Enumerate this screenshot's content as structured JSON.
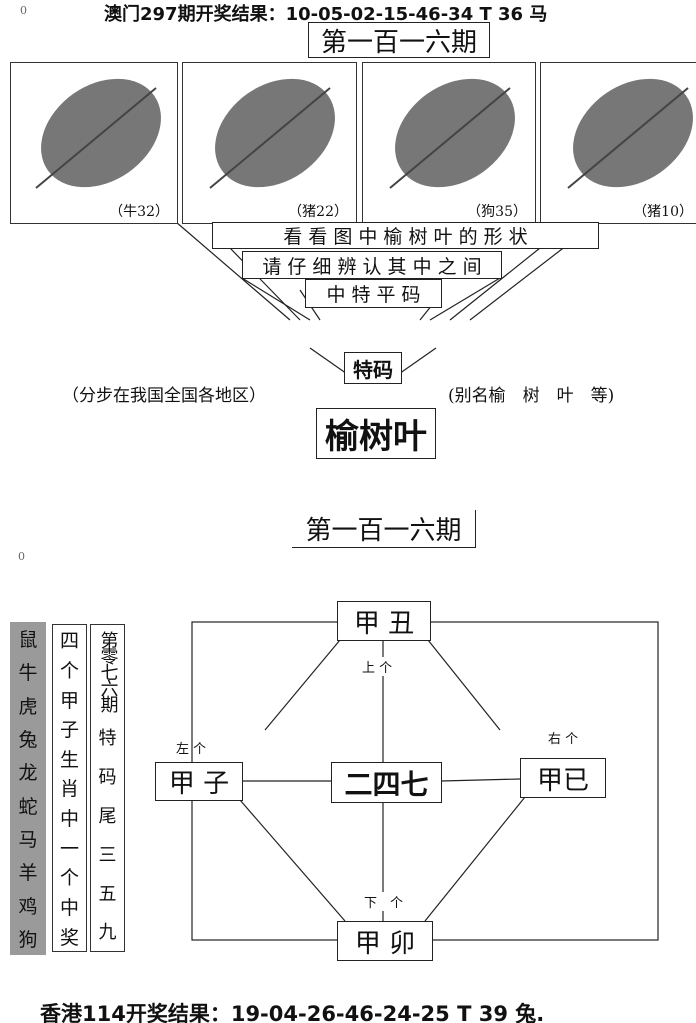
{
  "corner_mark_top": "0",
  "corner_mark_mid": "0",
  "header_result": "澳门297期开奖结果：10-05-02-15-46-34 T 36 马",
  "period_title": "第一百一六期",
  "panels": [
    {
      "caption": "（牛32）"
    },
    {
      "caption": "（猪22）"
    },
    {
      "caption": "（狗35）"
    },
    {
      "caption": "（猪10）"
    }
  ],
  "line1": "看 看 图 中 榆 树 叶 的 形 状",
  "line2": "请 仔 细 辨 认 其 中 之 间",
  "line3": "中 特 平 码",
  "special_label": "特码",
  "left_note": "（分步在我国全国各地区）",
  "right_note": "(别名榆　树　叶　等)",
  "answer": "榆树叶",
  "period_title_2": "第一百一六期",
  "zodiac_column": [
    "鼠",
    "牛",
    "虎",
    "兔",
    "龙",
    "蛇",
    "马",
    "羊",
    "鸡",
    "狗"
  ],
  "hint_column": [
    "四",
    "个",
    "甲",
    "子",
    "生",
    "肖",
    "中",
    "一",
    "个",
    "中",
    "奖"
  ],
  "tail_column": [
    "第零七六期",
    "特",
    "码",
    "尾",
    "三",
    "五",
    "九"
  ],
  "diagram": {
    "top": "甲 丑",
    "left": "甲 子",
    "center": "二四七",
    "right": "甲已",
    "bottom": "甲 卯",
    "top_label": "上 个",
    "left_label": "左 个",
    "right_label": "右 个",
    "bottom_label": "下　个"
  },
  "footer_result": "香港114开奖结果：19-04-26-46-24-25 T 39 兔."
}
